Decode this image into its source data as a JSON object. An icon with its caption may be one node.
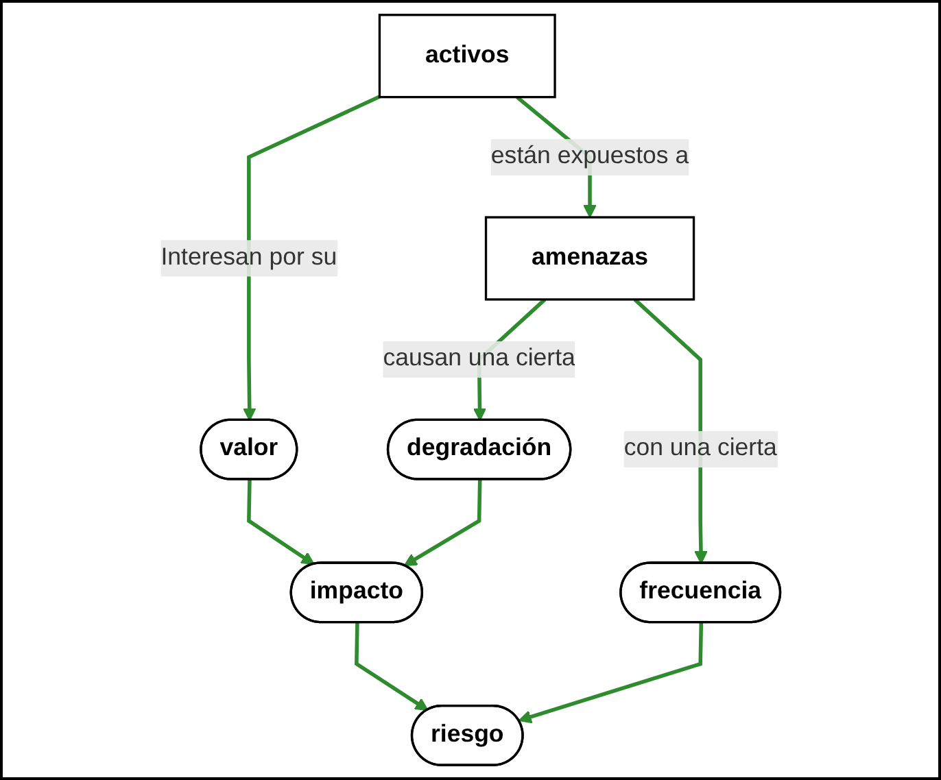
{
  "diagram": {
    "nodes": [
      {
        "text": [
          "activos"
        ]
      },
      {
        "text": [
          "amenazas"
        ]
      },
      {
        "text": [
          "valor"
        ]
      },
      {
        "text": [
          "degradación"
        ]
      },
      {
        "text": [
          "impacto"
        ]
      },
      {
        "text": [
          "frecuencia"
        ]
      },
      {
        "text": [
          "riesgo"
        ]
      }
    ],
    "edges": [
      {
        "from": 0,
        "to": 1,
        "arrow": "to",
        "label": "están expuestos a"
      },
      {
        "from": 0,
        "to": 2,
        "arrow": "to",
        "label": "Interesan por su"
      },
      {
        "from": 1,
        "to": 3,
        "arrow": "to",
        "label": "causan una cierta"
      },
      {
        "from": 1,
        "to": 5,
        "arrow": "to",
        "label": "con una cierta"
      },
      {
        "from": 2,
        "to": 4,
        "arrow": "to"
      },
      {
        "from": 3,
        "to": 4,
        "arrow": "to"
      },
      {
        "from": 4,
        "to": 6,
        "arrow": "to"
      },
      {
        "from": 5,
        "to": 6,
        "arrow": "to"
      }
    ]
  }
}
